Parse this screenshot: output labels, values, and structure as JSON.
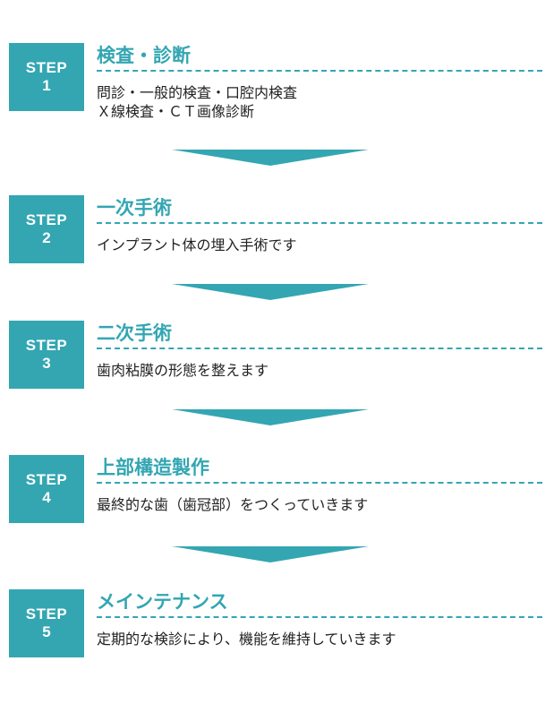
{
  "colors": {
    "accent": "#33a6b2",
    "text": "#222222",
    "background": "#ffffff"
  },
  "steps": [
    {
      "label": "STEP",
      "number": "1",
      "title": "検査・診断",
      "description": [
        "問診・一般的検査・口腔内検査",
        "Ｘ線検査・ＣＴ画像診断"
      ]
    },
    {
      "label": "STEP",
      "number": "2",
      "title": "一次手術",
      "description": [
        "インプラント体の埋入手術です"
      ]
    },
    {
      "label": "STEP",
      "number": "3",
      "title": "二次手術",
      "description": [
        "歯肉粘膜の形態を整えます"
      ]
    },
    {
      "label": "STEP",
      "number": "4",
      "title": "上部構造製作",
      "description": [
        "最終的な歯（歯冠部）をつくっていきます"
      ]
    },
    {
      "label": "STEP",
      "number": "5",
      "title": "メインテナンス",
      "description": [
        "定期的な検診により、機能を維持していきます"
      ]
    }
  ],
  "arrows": [
    "down-arrow-icon",
    "down-arrow-icon",
    "down-arrow-icon",
    "down-arrow-icon"
  ]
}
